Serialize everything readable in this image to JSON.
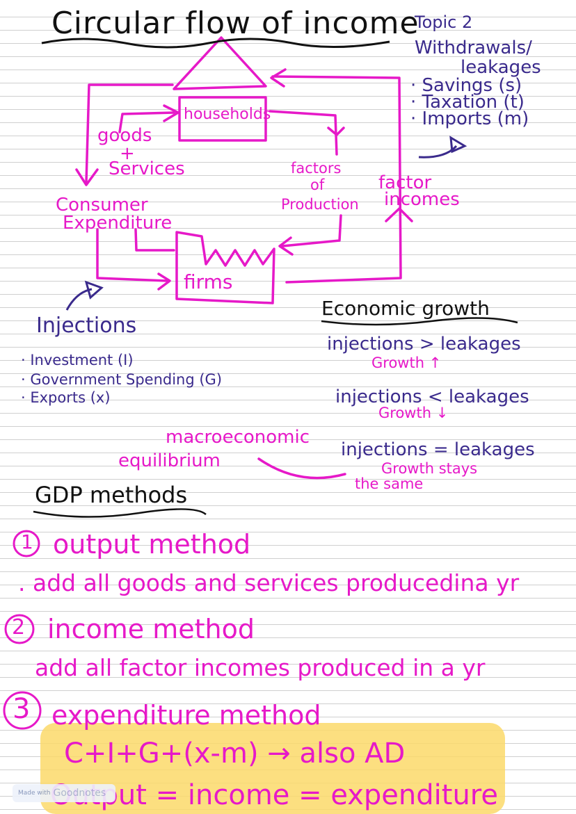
{
  "header": {
    "title": "Circular flow of income",
    "topic": "Topic 2"
  },
  "withdrawals": {
    "heading_1": "Withdrawals/",
    "heading_2": "leakages",
    "items": [
      "· Savings (s)",
      "· Taxation (t)",
      "· Imports (m)"
    ]
  },
  "diagram": {
    "households": "households",
    "goods": "goods",
    "plus": "+",
    "services": "Services",
    "factors_of_1": "factors",
    "factors_of_2": "of",
    "factors_of_3": "Production",
    "factor_incomes_1": "factor",
    "factor_incomes_2": "incomes",
    "consumer_1": "Consumer",
    "consumer_2": "Expenditure",
    "firms": "firms"
  },
  "injections": {
    "heading": "Injections",
    "items": [
      "· Investment (I)",
      "· Government Spending (G)",
      "· Exports (x)"
    ]
  },
  "economic_growth": {
    "heading": "Economic growth",
    "rows": [
      {
        "condition": "injections > leakages",
        "result": "Growth ↑"
      },
      {
        "condition": "injections < leakages",
        "result": "Growth ↓"
      },
      {
        "condition": "injections = leakages",
        "result": "Growth stays",
        "result_2": "the same"
      }
    ],
    "macro_1": "macroeconomic",
    "macro_2": "equilibrium"
  },
  "gdp": {
    "heading": "GDP methods",
    "m1_num": "1",
    "m1_title": "output method",
    "m1_desc": ". add all goods and services producedina yr",
    "m2_num": "2",
    "m2_title": "income method",
    "m2_desc": "add all factor incomes produced in a yr",
    "m3_num": "3",
    "m3_title": "expenditure method",
    "formula": "C+I+G+(x-m) → also AD",
    "identity": "Output = income = expenditure"
  },
  "watermark": {
    "prefix": "Made with",
    "brand": "Goodnotes"
  },
  "colors": {
    "pink": "#e619c8",
    "navy": "#3a2a8c",
    "highlight": "#fbd96a"
  }
}
